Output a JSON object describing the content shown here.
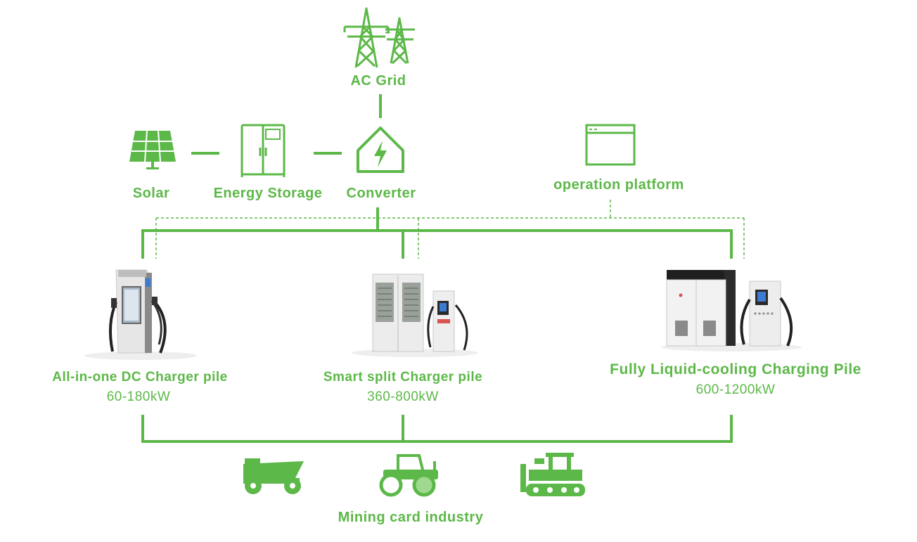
{
  "colors": {
    "accent": "#5cb848",
    "light_accent": "#9fd98f",
    "product_body": "#e9e9e9",
    "product_dark": "#2b2b2b"
  },
  "nodes": {
    "ac_grid": "AC Grid",
    "solar": "Solar",
    "energy_storage": "Energy Storage",
    "converter": "Converter",
    "operation_platform": "operation platform"
  },
  "products": [
    {
      "name": "All-in-one DC Charger pile",
      "power": "60-180kW"
    },
    {
      "name": "Smart split Charger pile",
      "power": "360-800kW"
    },
    {
      "name": "Fully Liquid-cooling Charging Pile",
      "power": "600-1200kW"
    }
  ],
  "industry": {
    "label": "Mining card industry",
    "icons": [
      "dump-truck-icon",
      "tractor-icon",
      "bulldozer-icon"
    ]
  }
}
